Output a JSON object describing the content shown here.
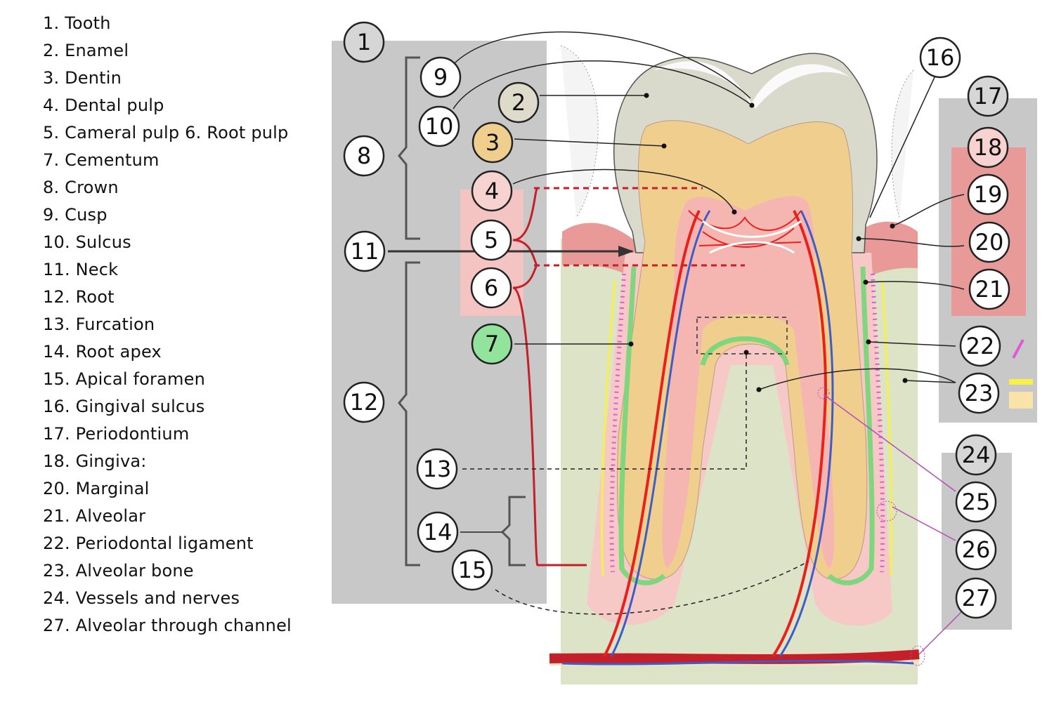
{
  "legend": [
    "1. Tooth",
    "2. Enamel",
    "3. Dentin",
    "4. Dental pulp",
    "5. Cameral pulp 6. Root pulp",
    "7. Cementum",
    "8. Crown",
    "9. Cusp",
    "10. Sulcus",
    "11. Neck",
    "12. Root",
    "13. Furcation",
    "14. Root apex",
    "15. Apical foramen",
    "16. Gingival sulcus",
    "17. Periodontium",
    "18. Gingiva:",
    "20. Marginal",
    "21. Alveolar",
    "22. Periodontal ligament",
    "23. Alveolar bone",
    "24. Vessels and nerves",
    "27. Alveolar through channel"
  ],
  "badges": [
    "1",
    "2",
    "3",
    "4",
    "5",
    "6",
    "7",
    "8",
    "9",
    "10",
    "11",
    "12",
    "13",
    "14",
    "15",
    "16",
    "17",
    "18",
    "19",
    "20",
    "21",
    "22",
    "23",
    "24",
    "25",
    "26",
    "27"
  ],
  "colors": {
    "panel": "#c8c8c8",
    "enamel": "#d9d9cc",
    "dentin": "#f0cf8e",
    "pulp": "#f5b6b2",
    "cementum": "#7fd67f",
    "gingiva": "#e99a98",
    "bone": "#dde3c6",
    "ligament": "#e05ad8",
    "artery": "#e8211e",
    "vein": "#3c5cc8",
    "badge_enamel": "#dedbca",
    "badge_dentin": "#f0cf8e",
    "badge_pulp": "#f6d2d0",
    "badge_cementum": "#92e39b"
  }
}
